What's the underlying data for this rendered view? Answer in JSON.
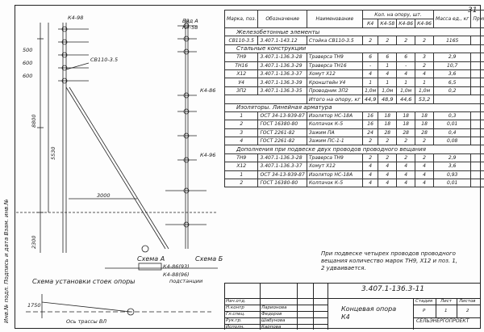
{
  "page_number": "31",
  "left_stamp": "Инв.№ подл.  Подпись и дата  Взам. инв.№",
  "drawing": {
    "view_a": "Вид А",
    "view_a_scale": "К4-58",
    "pole_label": "СВ110-3.5",
    "k4_label": "К4-98",
    "k4_label_2": "К4-86",
    "k4_label_3": "К4-96",
    "dim_total": "8800",
    "dim_mid": "5530",
    "dim_low": "3000",
    "dim_ground": "2300",
    "dims_top": [
      "500",
      "600",
      "600"
    ],
    "scheme_a": "Схема А",
    "scheme_b": "Схема Б",
    "k4_bottom": "К4-86(93)",
    "k4_bottom2": "К4-88(96)",
    "along_label": "подстанции",
    "caption_install": "Схема установки стоек опоры",
    "caption_axis": "Ось трассы ВЛ",
    "dim_bottom": "1750"
  },
  "table": {
    "headers": {
      "mark": "Марка, поз.",
      "designation": "Обозначение",
      "name": "Наименование",
      "qty": "Кол. на опору, шт.",
      "mass": "Масса ед., кг",
      "note": "Примеч.",
      "qty_sub": [
        "К4",
        "К4-58",
        "К4-86",
        "К4-96"
      ]
    },
    "sections": [
      {
        "title": "Железобетонные элементы",
        "rows": [
          {
            "mark": "СВ110-3.5",
            "des": "3.407.1-143.12",
            "name": "Стойка СВ110-3.5",
            "q": [
              "2",
              "2",
              "2",
              "2"
            ],
            "mass": "1165",
            "note": ""
          }
        ]
      },
      {
        "title": "Стальные конструкции",
        "rows": [
          {
            "mark": "ТН9",
            "des": "3.407.1-136.3-28",
            "name": "Траверса ТН9",
            "q": [
              "6",
              "6",
              "6",
              "3"
            ],
            "mass": "2,9",
            "note": ""
          },
          {
            "mark": "ТН16",
            "des": "3.407.1-136.3-29",
            "name": "Траверса ТН16",
            "q": [
              "-",
              "1",
              "-",
              "2"
            ],
            "mass": "10,7",
            "note": ""
          },
          {
            "mark": "Х12",
            "des": "3.407.1-136.3-37",
            "name": "Хомут Х12",
            "q": [
              "4",
              "4",
              "4",
              "4"
            ],
            "mass": "3,6",
            "note": ""
          },
          {
            "mark": "У4",
            "des": "3.407.1-136.3-39",
            "name": "Кронштейн У4",
            "q": [
              "1",
              "1",
              "1",
              "1"
            ],
            "mass": "6,5",
            "note": ""
          },
          {
            "mark": "ЗП2",
            "des": "3.407.1-136.3-35",
            "name": "Проводник ЗП2",
            "q": [
              "1,0м",
              "1,0м",
              "1,0м",
              "1,0м"
            ],
            "mass": "0,2",
            "note": ""
          }
        ],
        "total": {
          "label": "Итого на опору, кг",
          "q": [
            "44,9",
            "48,9",
            "44,6",
            "53,2"
          ]
        }
      },
      {
        "title": "Изоляторы. Линейная арматура",
        "rows": [
          {
            "mark": "1",
            "des": "ОСТ 34-13-939-87",
            "name": "Изолятор НС-18А",
            "q": [
              "16",
              "18",
              "18",
              "18"
            ],
            "mass": "0,3",
            "note": ""
          },
          {
            "mark": "2",
            "des": "ГОСТ 16380-80",
            "name": "Колпачок К-5",
            "q": [
              "16",
              "18",
              "18",
              "18"
            ],
            "mass": "0,01",
            "note": ""
          },
          {
            "mark": "3",
            "des": "ГОСТ 2261-82",
            "name": "Зажим ПА",
            "q": [
              "24",
              "28",
              "28",
              "28"
            ],
            "mass": "0,4",
            "note": ""
          },
          {
            "mark": "4",
            "des": "ГОСТ 2261-82",
            "name": "Зажим ПС-1-1",
            "q": [
              "2",
              "2",
              "2",
              "2"
            ],
            "mass": "0,08",
            "note": ""
          }
        ]
      },
      {
        "title": "Дополнения при подвеске двух проводов проводного вещания",
        "rows": [
          {
            "mark": "ТН9",
            "des": "3.407.1-136.3-28",
            "name": "Траверса ТН9",
            "q": [
              "2",
              "2",
              "2",
              "2"
            ],
            "mass": "2,9",
            "note": ""
          },
          {
            "mark": "Х12",
            "des": "3.407.1-136.3-37",
            "name": "Хомут Х12",
            "q": [
              "4",
              "4",
              "4",
              "4"
            ],
            "mass": "3,6",
            "note": ""
          },
          {
            "mark": "1",
            "des": "ОСТ 34-13-939-87",
            "name": "Изолятор НС-18А",
            "q": [
              "4",
              "4",
              "4",
              "4"
            ],
            "mass": "0,93",
            "note": ""
          },
          {
            "mark": "2",
            "des": "ГОСТ 16380-80",
            "name": "Колпачок К-5",
            "q": [
              "4",
              "4",
              "4",
              "4"
            ],
            "mass": "0,01",
            "note": ""
          }
        ]
      }
    ]
  },
  "note": "При подвеске четырех проводов проводного вещания количество марок ТН9, Х12 и поз. 1, 2 удваивается.",
  "title_block": {
    "code": "3.407.1-136.3-11",
    "name": "Концевая опора К4",
    "stage_label": "Стадия",
    "sheet_label": "Лист",
    "sheets_label": "Листов",
    "stage": "Р",
    "sheet": "1",
    "sheets": "2",
    "org": "СЕЛЬЭНЕРГОПРОЕКТ",
    "signatures": [
      "Нач.отд.",
      "Н.контр",
      "Гл.спец.",
      "Рук.гр.",
      "Исполн."
    ],
    "names": [
      "",
      "Ларионова",
      "Федоров",
      "Шабунова",
      "Карпова"
    ]
  }
}
